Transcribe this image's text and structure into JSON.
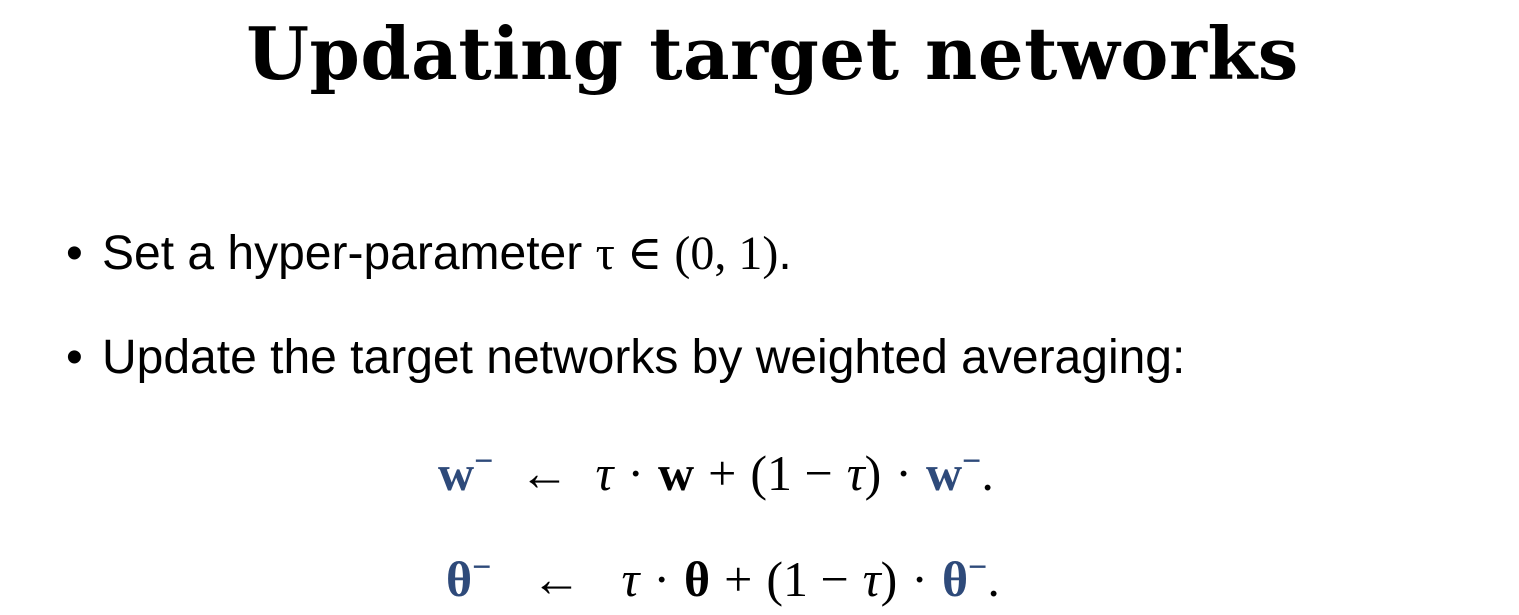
{
  "title": "Updating target networks",
  "bullets": [
    {
      "text": "Set a hyper-parameter ",
      "math": "τ ∈ (0, 1)",
      "suffix": "."
    },
    {
      "text": "Update the target networks by weighted averaging:"
    }
  ],
  "equations": [
    {
      "lhs_symbol": "w",
      "superscript": "−",
      "arrow": "←",
      "tau": "τ",
      "dot": "·",
      "rhs_symbol": "w",
      "plus": "+",
      "paren_open": "(1 −",
      "paren_tau": "τ",
      "paren_close": ")",
      "end": "."
    },
    {
      "lhs_symbol": "θ",
      "superscript": "−",
      "arrow": "←",
      "tau": "τ",
      "dot": "·",
      "rhs_symbol": "θ",
      "plus": "+",
      "paren_open": "(1 −",
      "paren_tau": "τ",
      "paren_close": ")",
      "end": "."
    }
  ],
  "colors": {
    "accent": "#2e4a7a",
    "text": "#000000",
    "background": "#ffffff"
  }
}
